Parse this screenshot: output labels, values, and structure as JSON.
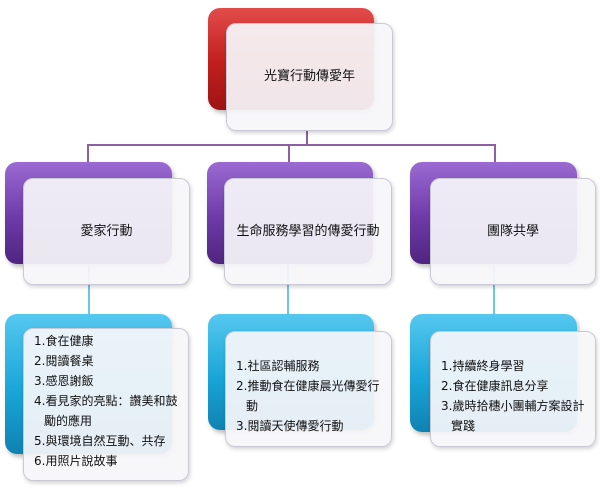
{
  "root": {
    "label": "光寶行動傳愛年"
  },
  "branches": [
    {
      "label": "愛家行動",
      "items": [
        "1.食在健康",
        "2.閱讀餐桌",
        "3.感恩謝飯",
        "4.看見家的亮點：讚美和鼓勵的應用",
        "5.與環境自然互動、共存",
        "6.用照片說故事"
      ]
    },
    {
      "label": "生命服務學習的傳愛行動",
      "items": [
        "1.社區認輔服務",
        "2.推動食在健康晨光傳愛行動",
        "3.閱讀天使傳愛行動"
      ]
    },
    {
      "label": "團隊共學",
      "items": [
        "1.持續終身學習",
        "2.食在健康訊息分享",
        "3.歲時拾穗小團輔方案設計實踐"
      ]
    }
  ],
  "colors": {
    "root": "#c01e1e",
    "branch": "#6e3aa8",
    "detail": "#1aa5d8",
    "connector": "#8e5fa6",
    "detail_connector": "#6cc7e3"
  }
}
